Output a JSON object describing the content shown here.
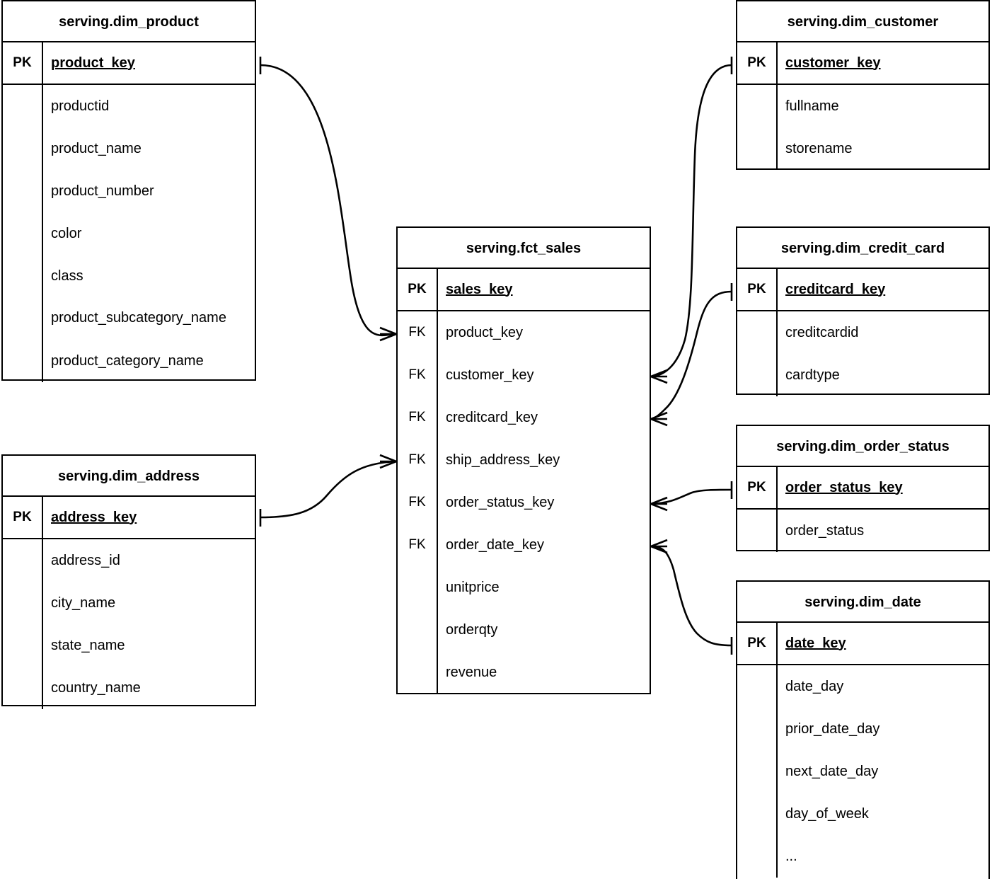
{
  "diagram": {
    "type": "entity-relationship-diagram",
    "notation": "crow's-foot",
    "background_color": "#ffffff",
    "line_color": "#000000"
  },
  "entities": [
    {
      "id": "dim_product",
      "title": "serving.dim_product",
      "pk": {
        "key_label": "PK",
        "name": "product_key"
      },
      "columns": [
        {
          "key_label": "",
          "name": "productid"
        },
        {
          "key_label": "",
          "name": "product_name"
        },
        {
          "key_label": "",
          "name": "product_number"
        },
        {
          "key_label": "",
          "name": "color"
        },
        {
          "key_label": "",
          "name": "class"
        },
        {
          "key_label": "",
          "name": "product_subcategory_name"
        },
        {
          "key_label": "",
          "name": "product_category_name"
        }
      ]
    },
    {
      "id": "dim_address",
      "title": "serving.dim_address",
      "pk": {
        "key_label": "PK",
        "name": "address_key"
      },
      "columns": [
        {
          "key_label": "",
          "name": "address_id"
        },
        {
          "key_label": "",
          "name": "city_name"
        },
        {
          "key_label": "",
          "name": "state_name"
        },
        {
          "key_label": "",
          "name": "country_name"
        }
      ]
    },
    {
      "id": "fct_sales",
      "title": "serving.fct_sales",
      "pk": {
        "key_label": "PK",
        "name": "sales_key"
      },
      "columns": [
        {
          "key_label": "FK",
          "name": "product_key"
        },
        {
          "key_label": "FK",
          "name": "customer_key"
        },
        {
          "key_label": "FK",
          "name": "creditcard_key"
        },
        {
          "key_label": "FK",
          "name": "ship_address_key"
        },
        {
          "key_label": "FK",
          "name": "order_status_key"
        },
        {
          "key_label": "FK",
          "name": "order_date_key"
        },
        {
          "key_label": "",
          "name": "unitprice"
        },
        {
          "key_label": "",
          "name": "orderqty"
        },
        {
          "key_label": "",
          "name": "revenue"
        }
      ]
    },
    {
      "id": "dim_customer",
      "title": "serving.dim_customer",
      "pk": {
        "key_label": "PK",
        "name": "customer_key"
      },
      "columns": [
        {
          "key_label": "",
          "name": "fullname"
        },
        {
          "key_label": "",
          "name": "storename"
        }
      ]
    },
    {
      "id": "dim_credit_card",
      "title": "serving.dim_credit_card",
      "pk": {
        "key_label": "PK",
        "name": "creditcard_key"
      },
      "columns": [
        {
          "key_label": "",
          "name": "creditcardid"
        },
        {
          "key_label": "",
          "name": "cardtype"
        }
      ]
    },
    {
      "id": "dim_order_status",
      "title": "serving.dim_order_status",
      "pk": {
        "key_label": "PK",
        "name": "order_status_key"
      },
      "columns": [
        {
          "key_label": "",
          "name": "order_status"
        }
      ]
    },
    {
      "id": "dim_date",
      "title": "serving.dim_date",
      "pk": {
        "key_label": "PK",
        "name": "date_key"
      },
      "columns": [
        {
          "key_label": "",
          "name": "date_day"
        },
        {
          "key_label": "",
          "name": "prior_date_day"
        },
        {
          "key_label": "",
          "name": "next_date_day"
        },
        {
          "key_label": "",
          "name": "day_of_week"
        },
        {
          "key_label": "",
          "name": "..."
        }
      ]
    }
  ],
  "relationships": [
    {
      "from": "dim_product.product_key",
      "to": "fct_sales.product_key",
      "from_cardinality": "one",
      "to_cardinality": "many"
    },
    {
      "from": "dim_address.address_key",
      "to": "fct_sales.ship_address_key",
      "from_cardinality": "one",
      "to_cardinality": "many"
    },
    {
      "from": "dim_customer.customer_key",
      "to": "fct_sales.customer_key",
      "from_cardinality": "one",
      "to_cardinality": "many"
    },
    {
      "from": "dim_credit_card.creditcard_key",
      "to": "fct_sales.creditcard_key",
      "from_cardinality": "one",
      "to_cardinality": "many"
    },
    {
      "from": "dim_order_status.order_status_key",
      "to": "fct_sales.order_status_key",
      "from_cardinality": "one",
      "to_cardinality": "many"
    },
    {
      "from": "dim_date.date_key",
      "to": "fct_sales.order_date_key",
      "from_cardinality": "one",
      "to_cardinality": "many"
    }
  ]
}
